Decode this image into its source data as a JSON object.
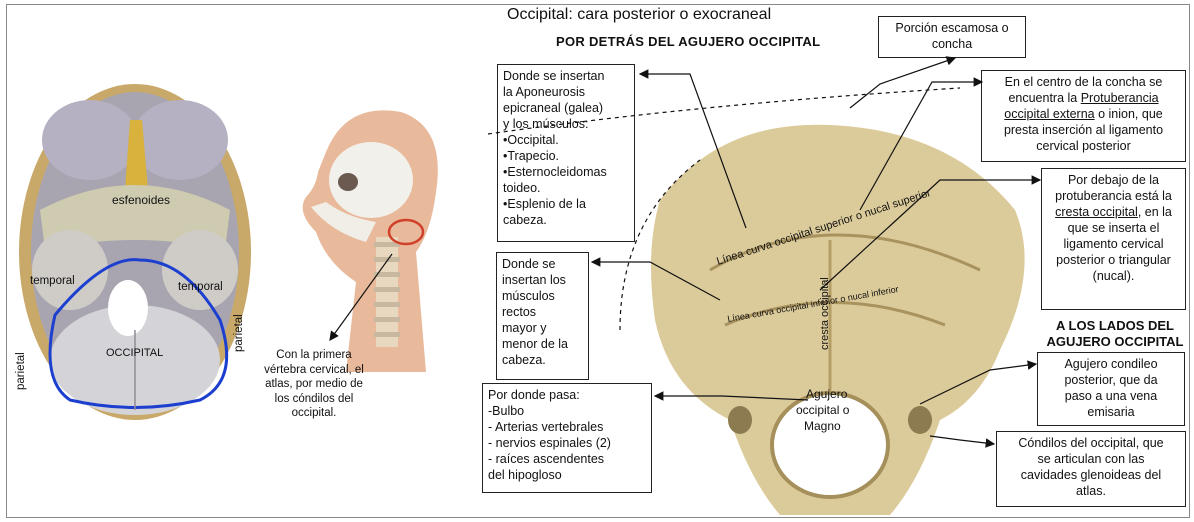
{
  "title": "Occipital: cara posterior o exocraneal",
  "subtitle": "POR DETRÁS DEL AGUJERO OCCIPITAL",
  "side_heading": [
    "A LOS LADOS DEL",
    "AGUJERO OCCIPITAL"
  ],
  "skull_base_labels": {
    "esfenoides": "esfenoides",
    "temporal_left": "temporal",
    "temporal_right": "temporal",
    "parietal_left": "parietal",
    "parietal_right": "parietal",
    "occipital": "OCCIPITAL"
  },
  "neck_caption": [
    "Con la primera",
    "vértebra cervical, el",
    "atlas, por medio de",
    "los cóndilos del",
    "occipital."
  ],
  "boxes": {
    "porcion": [
      "Porción escamosa o",
      "concha"
    ],
    "aponeurosis": [
      "Donde se insertan",
      "la Aponeurosis",
      "epicraneal (galea)",
      "y los músculos:",
      "•Occipital.",
      "•Trapecio.",
      "•Esternocleidomas",
      "toideo.",
      "•Esplenio de la",
      "cabeza."
    ],
    "rectos": [
      "Donde se",
      "insertan los",
      "músculos",
      "rectos",
      "mayor y",
      "menor de la",
      "cabeza."
    ],
    "bulbo": [
      "Por donde pasa:",
      "-Bulbo",
      "- Arterias vertebrales",
      "- nervios espinales (2)",
      "- raíces ascendentes",
      "del hipogloso"
    ],
    "protuberancia": {
      "pre": "En el centro de la concha se encuentra la ",
      "link": "Protuberancia occipital externa",
      "post": " o inion, que presta inserción al ligamento cervical posterior"
    },
    "cresta": {
      "pre": "Por debajo de la protuberancia está la ",
      "link": "cresta occipital",
      "post": ", en la que se inserta el ligamento cervical posterior o triangular (nucal)."
    },
    "condileo": [
      "Agujero condileo",
      "posterior, que da",
      "paso a una vena",
      "emisaria"
    ],
    "condilos": [
      "Cóndilos del occipital, que",
      "se articulan con las",
      "cavidades glenoideas del",
      "atlas."
    ]
  },
  "bone_labels": {
    "superior": "Línea curva occipital superior o nucal superior",
    "inferior": "Línea curva occipital inferior o nucal inferior",
    "cresta": "cresta occipital",
    "agujero": [
      "Agujero",
      "occipital o",
      "Magno"
    ]
  },
  "colors": {
    "bone": "#dccb9a",
    "outline_blue": "#1c3fd0",
    "circle_red": "#d0402a",
    "skin": "#e8b99a"
  }
}
